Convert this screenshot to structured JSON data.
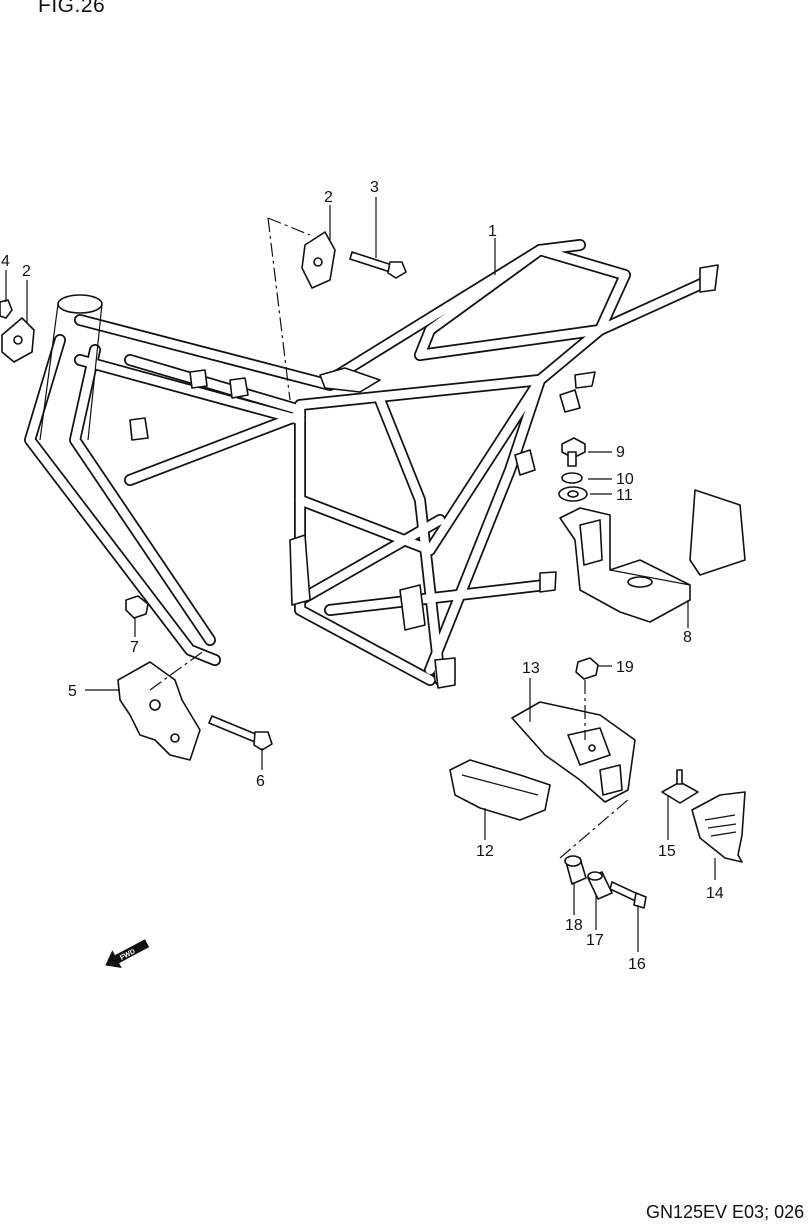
{
  "figure": {
    "title": "FIG.26",
    "drawing_code": "GN125EV E03; 026",
    "fwd_label": "FWD"
  },
  "callouts": [
    "1",
    "2",
    "2",
    "3",
    "4",
    "5",
    "6",
    "7",
    "8",
    "9",
    "10",
    "11",
    "12",
    "13",
    "14",
    "15",
    "16",
    "17",
    "18",
    "19"
  ]
}
